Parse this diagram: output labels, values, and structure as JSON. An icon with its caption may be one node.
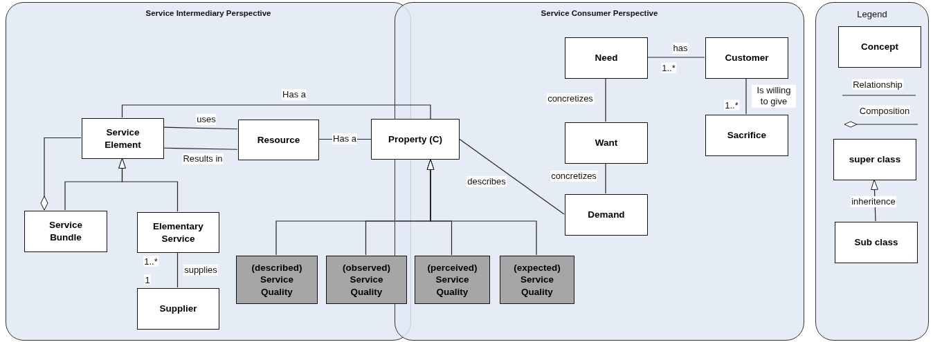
{
  "diagram": {
    "nodes": [
      {
        "text": [
          "Service Intermediary Perspective"
        ]
      },
      {
        "text": [
          "Service Consumer Perspective"
        ]
      },
      {
        "text": [
          "Legend"
        ]
      },
      {
        "text": [
          "Service Element"
        ],
        "in": 0
      },
      {
        "text": [
          "Resource"
        ],
        "in": 0
      },
      {
        "text": [
          "Property (C)"
        ]
      },
      {
        "text": [
          "Service Bundle"
        ],
        "in": 0
      },
      {
        "text": [
          "Elementary Service"
        ],
        "in": 0
      },
      {
        "text": [
          "Supplier"
        ],
        "in": 0
      },
      {
        "text": [
          "(described) Service Quality"
        ],
        "in": 0
      },
      {
        "text": [
          "(observed) Service Quality"
        ],
        "in": 0
      },
      {
        "text": [
          "(perceived) Service Quality"
        ],
        "in": 1
      },
      {
        "text": [
          "(expected) Service Quality"
        ],
        "in": 1
      },
      {
        "text": [
          "Need"
        ],
        "in": 1
      },
      {
        "text": [
          "Customer"
        ],
        "in": 1
      },
      {
        "text": [
          "Want"
        ],
        "in": 1
      },
      {
        "text": [
          "Sacrifice"
        ],
        "in": 1
      },
      {
        "text": [
          "Demand"
        ],
        "in": 1
      },
      {
        "text": [
          "Concept"
        ],
        "in": 2
      },
      {
        "text": [
          "super class"
        ],
        "in": 2
      },
      {
        "text": [
          "Sub class"
        ],
        "in": 2
      }
    ],
    "edges": [
      {
        "from": 3,
        "to": 5,
        "arrow": "none",
        "label": "Has a"
      },
      {
        "from": 3,
        "to": 4,
        "arrow": "none",
        "label": "uses"
      },
      {
        "from": 3,
        "to": 4,
        "arrow": "none",
        "label": "Results in"
      },
      {
        "from": 4,
        "to": 5,
        "arrow": "none",
        "label": "Has a"
      },
      {
        "from": 6,
        "to": 3,
        "arrow": "to"
      },
      {
        "from": 7,
        "to": 3,
        "arrow": "to"
      },
      {
        "from": 3,
        "to": 6,
        "arrow": "other"
      },
      {
        "from": 7,
        "to": 8,
        "arrow": "none",
        "label": "supplies"
      },
      {
        "from": 9,
        "to": 5,
        "arrow": "to"
      },
      {
        "from": 10,
        "to": 5,
        "arrow": "to"
      },
      {
        "from": 11,
        "to": 5,
        "arrow": "to"
      },
      {
        "from": 12,
        "to": 5,
        "arrow": "to"
      },
      {
        "from": 5,
        "to": 17,
        "arrow": "none",
        "label": "describes"
      },
      {
        "from": 13,
        "to": 14,
        "arrow": "none",
        "label": "has"
      },
      {
        "from": 13,
        "to": 15,
        "arrow": "none",
        "label": "concretizes"
      },
      {
        "from": 15,
        "to": 17,
        "arrow": "none",
        "label": "concretizes"
      },
      {
        "from": 14,
        "to": 16,
        "arrow": "none",
        "label": "Is willing to give"
      },
      {
        "from": 20,
        "to": 19,
        "arrow": "to",
        "label": "inheritence"
      }
    ],
    "labels": [
      "1..*",
      "1..*",
      "Relationship",
      "Composition",
      "1..*",
      "1"
    ]
  }
}
